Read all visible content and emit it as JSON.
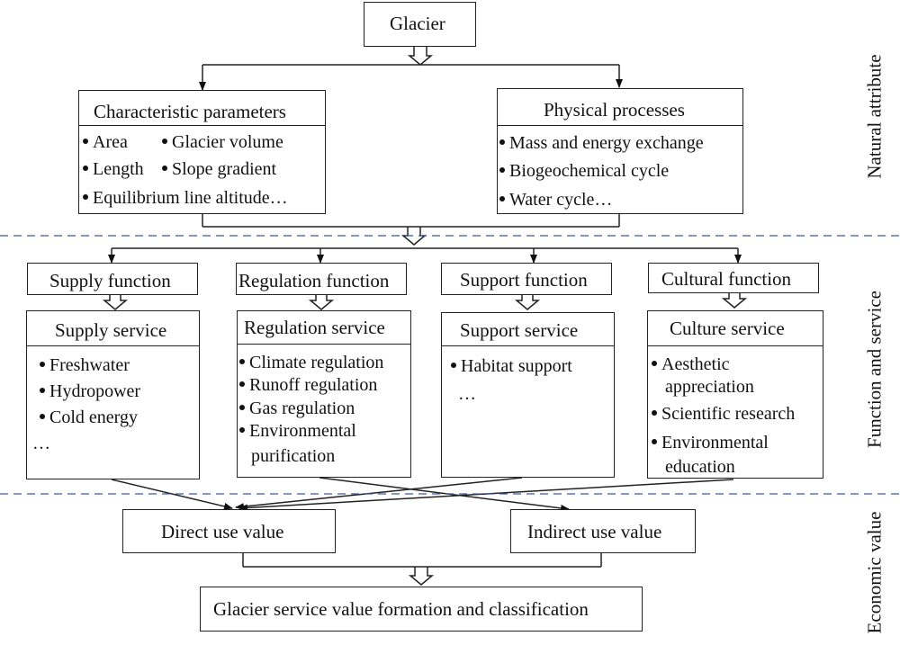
{
  "top": {
    "glacier": "Glacier"
  },
  "natural": {
    "characteristic": {
      "title": "Characteristic parameters",
      "items": [
        "Area",
        "Glacier volume",
        "Length",
        "Slope gradient",
        "Equilibrium line altitude…"
      ]
    },
    "physical": {
      "title": "Physical processes",
      "items": [
        "Mass and energy exchange",
        "Biogeochemical cycle",
        "Water cycle…"
      ]
    }
  },
  "functions": [
    "Supply function",
    "Regulation function",
    "Support function",
    "Cultural function"
  ],
  "services": [
    {
      "title": "Supply service",
      "items": [
        "Freshwater",
        "Hydropower",
        "Cold energy"
      ],
      "tail": "…"
    },
    {
      "title": "Regulation service",
      "items": [
        "Climate regulation",
        "Runoff regulation",
        "Gas regulation",
        "Environmental",
        "purification"
      ]
    },
    {
      "title": "Support service",
      "items": [
        "Habitat support"
      ],
      "tail": "…"
    },
    {
      "title": "Culture service",
      "items": [
        "Aesthetic",
        "appreciation",
        "Scientific research",
        "Environmental",
        "education"
      ]
    }
  ],
  "values": {
    "direct": "Direct use value",
    "indirect": "Indirect use value",
    "final": "Glacier service value formation and classification"
  },
  "side_labels": {
    "natural": "Natural attribute",
    "function": "Function and service",
    "economic": "Economic value"
  }
}
